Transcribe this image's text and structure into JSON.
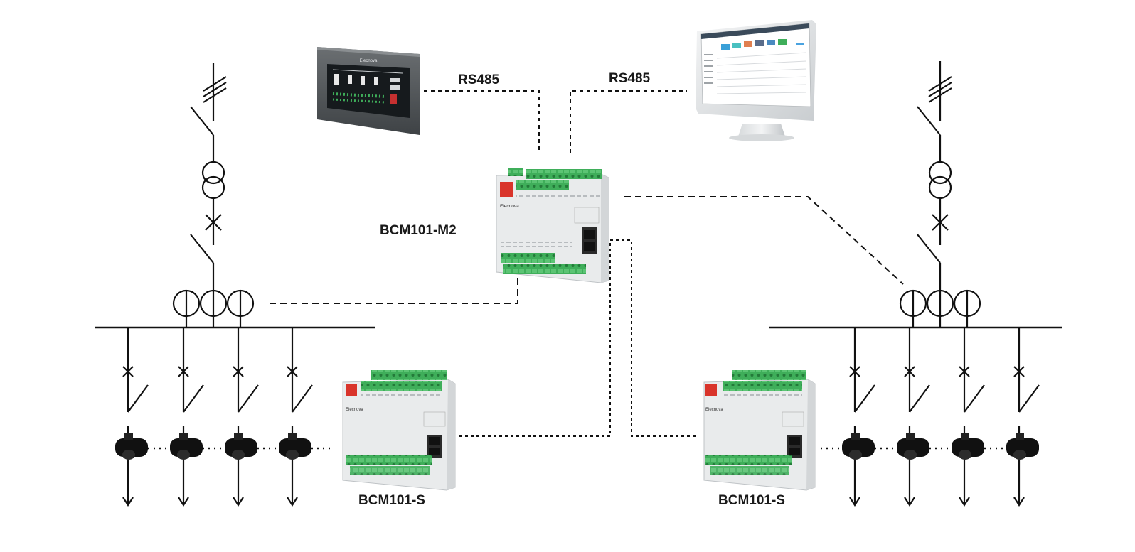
{
  "labels": {
    "rs485_left": "RS485",
    "rs485_right": "RS485",
    "master_module": "BCM101-M2",
    "slave_left": "BCM101-S",
    "slave_right": "BCM101-S"
  },
  "devices": {
    "hmi_brand": "Elecnova",
    "master_brand": "Elecnova",
    "slave_brand": "Elecnova"
  },
  "colors": {
    "terminal_green": "#3fae5a",
    "dip_switch_red": "#d9342b",
    "module_body": "#eceeef",
    "line": "#111111"
  }
}
